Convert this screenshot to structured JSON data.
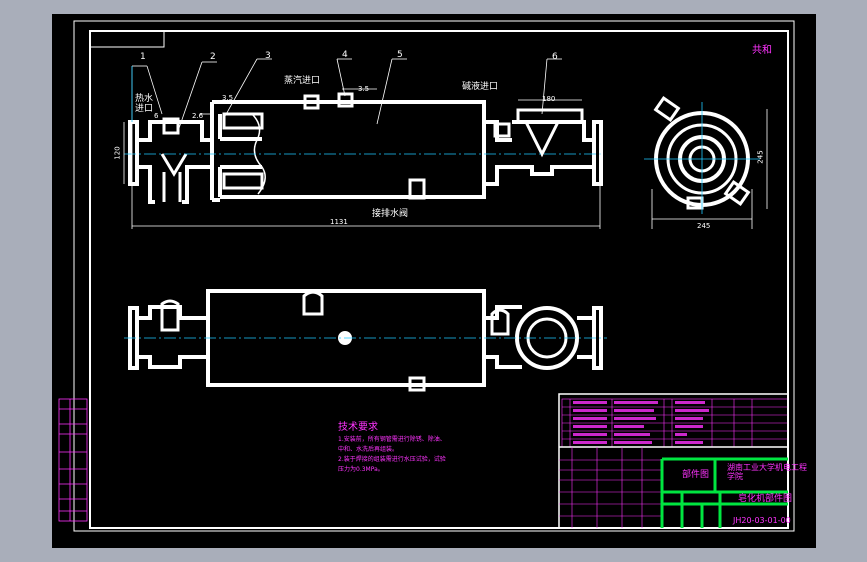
{
  "labels": {
    "part_numbers": [
      "1",
      "2",
      "3",
      "4",
      "5",
      "6"
    ],
    "corner_note": "共和",
    "hot_water_inlet": "热水进口",
    "steam_inlet": "蒸汽进口",
    "alkali_inlet": "碱液进口",
    "drain": "接排水阀"
  },
  "dimensions": {
    "height_left": "120",
    "total_length": "1131",
    "flange_width": "180",
    "side_height": "245",
    "side_width": "245",
    "small_1": "6",
    "small_2": "3.5",
    "small_3": "2.6",
    "small_4": "3.5"
  },
  "tech": {
    "title": "技术要求",
    "line1": "1.安装前，所有钢管需进行除锈、除油、",
    "line2": "中和、水洗后再组装。",
    "line3": "2.装于焊接的组装需进行水压试验，试验",
    "line4": "压力为0.3MPa。"
  },
  "title_block": {
    "school": "湖南工业大学机电工程学院",
    "drawing_name": "皂化机部件图",
    "assembly": "部件图",
    "drawing_no": "JH20-03-01-00"
  },
  "colors": {
    "background": "#a9aeba",
    "canvas": "#000000",
    "line": "#ffffff",
    "magenta": "#ff33ff",
    "green": "#00e640",
    "centerline": "#1ec8ff"
  }
}
